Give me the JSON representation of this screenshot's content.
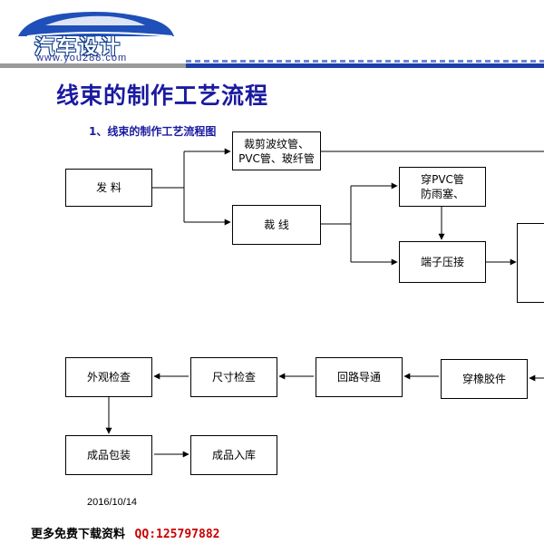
{
  "logo": {
    "name": "汽车设计",
    "url": "www.you288.com",
    "colors": {
      "car": "#1f4fb8",
      "text_outline": "#0b3a8a"
    }
  },
  "header": {
    "title": "线束的制作工艺流程",
    "subtitle": "1、线束的制作工艺流程图"
  },
  "flow": {
    "nodes": {
      "fa_liao": "发   料",
      "cai_jian": "裁剪波纹管、\nPVC管、玻纤管",
      "cai_xian": "裁   线",
      "chuan_pvc": "穿PVC管\n防雨塞、",
      "duanzi": "端子压接",
      "chuan_xiangjiao": "穿橡胶件",
      "huilu": "回路导通",
      "chicun": "尺寸检查",
      "waiguan": "外观检查",
      "baozhuang": "成品包装",
      "ruku": "成品入库"
    }
  },
  "footer": {
    "date": "2016/10/14",
    "promo": "更多免费下载资料",
    "qq": "QQ:125797882"
  }
}
